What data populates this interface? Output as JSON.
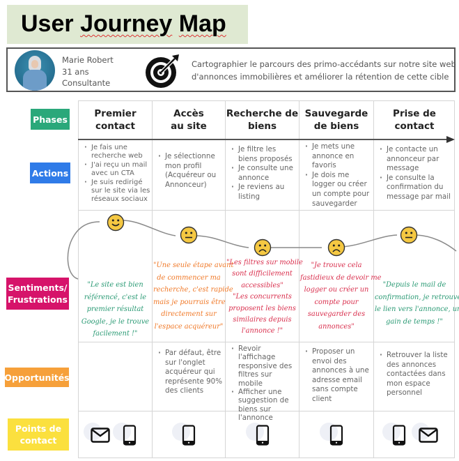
{
  "title": {
    "prefix": "User ",
    "word_journey": "Journey",
    "word_map": "Map"
  },
  "persona": {
    "name": "Marie Robert",
    "age": "31 ans",
    "job": "Consultante",
    "avatar_icon": "persona-photo",
    "goal_icon": "target-icon",
    "goal_line1": "Cartographier le parcours des primo-accédants sur notre site web",
    "goal_line2": "d'annonces immobilières et améliorer la rétention de cette cible"
  },
  "row_labels": {
    "phases": "Phases",
    "actions": "Actions",
    "sentiments_line1": "Sentiments/",
    "sentiments_line2": "Frustrations",
    "opportunities": "Opportunités",
    "touchpoints_line1": "Points de",
    "touchpoints_line2": "contact"
  },
  "colors": {
    "phases": "#2aa87a",
    "actions": "#2f7be8",
    "sentiments": "#d6136a",
    "opportunities": "#f6a03a",
    "touchpoints": "#fbe03e",
    "title_bg": "#dfe9d2",
    "positive": "#2a9a74",
    "neutral": "#f07a2a",
    "negative": "#d9304e"
  },
  "phases": [
    {
      "line1": "Premier",
      "line2": "contact",
      "actions": [
        "Je fais une recherche web",
        "J'ai reçu un mail avec un CTA",
        "Je suis redirigé sur le site via les réseaux sociaux"
      ],
      "emotion": "happy",
      "quote_lines": [
        "\"Le site est bien",
        "référencé, c'est le",
        "premier résultat",
        "Google, je le trouve",
        "facilement !\""
      ],
      "quote_tone": "positive",
      "opportunities": [],
      "touchpoints": [
        "mail-icon",
        "mobile-icon"
      ]
    },
    {
      "line1": "Accès",
      "line2": "au site",
      "actions": [
        "Je sélectionne mon profil (Acquéreur ou Annonceur)"
      ],
      "emotion": "neutral",
      "quote_lines": [
        "\"Une seule étape avant",
        "de commencer ma",
        "recherche, c'est rapide",
        "mais je pourrais être",
        "directement sur",
        "l'espace acquéreur\""
      ],
      "quote_tone": "neutral",
      "opportunities": [
        "Par défaut, être sur l'onglet acquéreur qui représente 90% des clients"
      ],
      "touchpoints": [
        "mobile-icon"
      ]
    },
    {
      "line1": "Recherche de",
      "line2": "biens",
      "actions": [
        "Je filtre les biens proposés",
        "Je consulte une annonce",
        "Je reviens au listing"
      ],
      "emotion": "sad",
      "quote_lines": [
        "\"Les filtres sur mobile",
        "sont difficilement",
        "accessibles\"",
        "\"Les concurrents",
        "proposent les biens",
        "similaires depuis",
        "l'annonce !\""
      ],
      "quote_tone": "negative",
      "opportunities": [
        "Revoir l'affichage responsive des filtres sur mobile",
        "Afficher une suggestion de biens sur l'annonce"
      ],
      "touchpoints": [
        "mobile-icon"
      ]
    },
    {
      "line1": "Sauvegarde",
      "line2": "de biens",
      "actions": [
        "Je mets une annonce en favoris",
        "Je dois me logger ou créer un compte pour sauvegarder"
      ],
      "emotion": "sad",
      "quote_lines": [
        "\"Je trouve cela",
        "fastidieux de devoir me",
        "logger ou créer un",
        "compte pour",
        "sauvegarder des",
        "annonces\""
      ],
      "quote_tone": "negative",
      "opportunities": [
        "Proposer un envoi des annonces à une adresse email sans compte client"
      ],
      "touchpoints": [
        "mobile-icon"
      ]
    },
    {
      "line1": "Prise de contact",
      "line2": "",
      "actions": [
        "Je contacte un annonceur par message",
        "Je consulte la confirmation du message par mail"
      ],
      "emotion": "neutral",
      "quote_lines": [
        "\"Depuis le mail de",
        "confirmation, je retrouve",
        "le lien vers l'annonce, un",
        "gain de temps !\""
      ],
      "quote_tone": "positive",
      "opportunities": [
        "Retrouver la liste des annonces contactées dans mon espace personnel"
      ],
      "touchpoints": [
        "mobile-icon",
        "mail-icon"
      ]
    }
  ]
}
